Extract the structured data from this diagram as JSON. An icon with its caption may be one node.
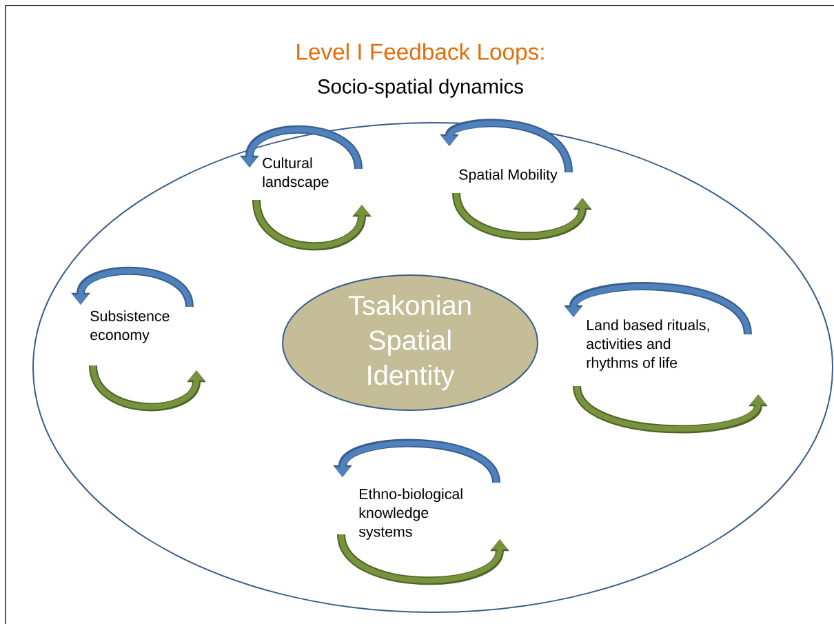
{
  "diagram": {
    "title": "Level I Feedback Loops:",
    "nodes": [
      {
        "text": [],
        "shape": "ellipse"
      },
      {
        "text": [
          "Tsakonian Spatial Identity"
        ],
        "in": 0
      }
    ],
    "edges": [],
    "labels": [
      "Socio-spatial dynamics",
      "Cultural landscape",
      "Spatial Mobility",
      "Subsistence economy",
      "Land based rituals, activities and rhythms of life",
      "Ethno-biological knowledge systems"
    ]
  }
}
